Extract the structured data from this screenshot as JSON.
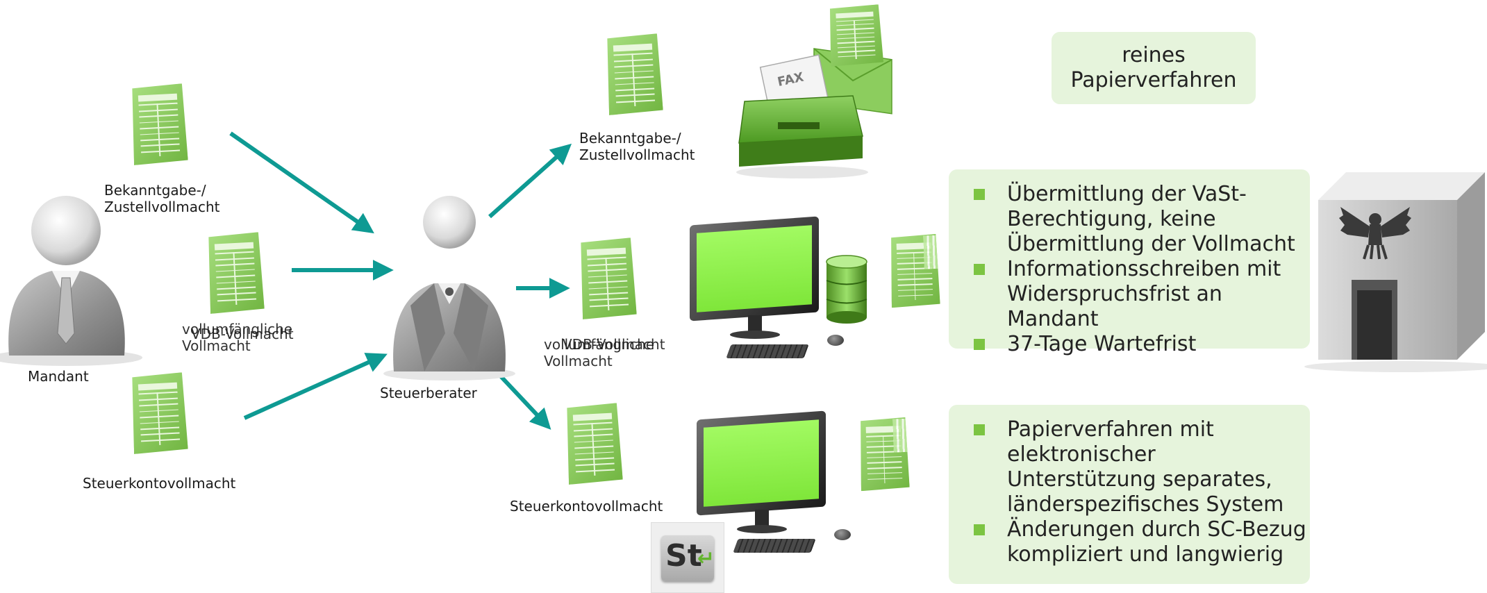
{
  "colors": {
    "arrow": "#0e9a93",
    "doc_green": "#8fd062",
    "box_fill": "#e6f4dc",
    "bullet": "#7cc442",
    "screen": "#8ef24f"
  },
  "icons": {
    "person": "person-icon",
    "document": "document-icon",
    "fax": "fax-machine-icon",
    "envelope": "envelope-icon",
    "monitor": "monitor-icon",
    "database": "database-icon",
    "federal_building": "federal-eagle-building-icon",
    "st_logo": "st-logo-icon"
  },
  "people": {
    "mandant": "Mandant",
    "steuerberater": "Steuerberater"
  },
  "left_docs": {
    "bekanntgabe": "Bekanntgabe-/\nZustellvollmacht",
    "vollumfaengliche": "vollumfängliche\nVollmacht",
    "vdb": "VDB-Vollmacht",
    "steuerkonto": "Steuerkontovollmacht"
  },
  "right_docs": {
    "bekanntgabe": "Bekanntgabe-/\nZustellvollmacht",
    "vollumfaengliche": "vollumfängliche\nVollmacht",
    "vdb": "VDB-Vollmacht",
    "steuerkonto": "Steuerkontovollmacht"
  },
  "fax_text": "FAX",
  "st_logo_text": "St",
  "box_paper": {
    "title": "reines\nPapierverfahren"
  },
  "box_middle": {
    "bullets": [
      "Übermittlung der VaSt-\nBerechtigung, keine\nÜbermittlung der Vollmacht",
      "Informationsschreiben mit\nWiderspruchsfrist an Mandant",
      "37-Tage Wartefrist"
    ]
  },
  "box_bottom": {
    "bullets": [
      "Papierverfahren mit\nelektronischer\nUnterstützung separates,\nländerspezifisches System",
      "Änderungen durch SC-Bezug\nkompliziert und langwierig"
    ]
  }
}
